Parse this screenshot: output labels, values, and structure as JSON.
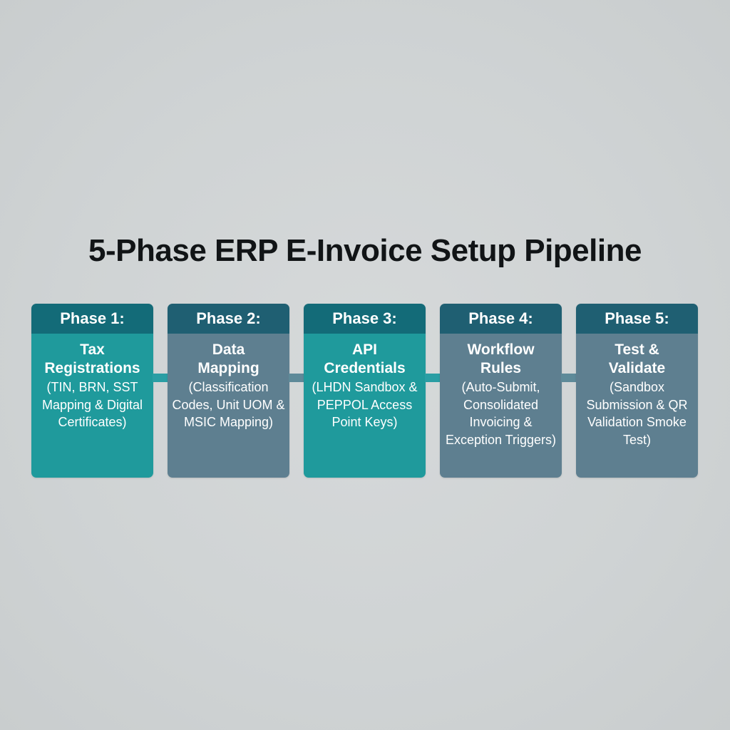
{
  "title": "5-Phase ERP E-Invoice Setup Pipeline",
  "colors": {
    "teal_header": "#136b78",
    "teal_body": "#1f9a9c",
    "slate_header": "#1f5f72",
    "slate_body": "#5e7f90",
    "arrow": "#1f9a9c"
  },
  "phases": [
    {
      "header": "Phase 1:",
      "name": "Tax Registrations",
      "description": "(TIN, BRN, SST Mapping & Digital Certificates)",
      "style": "teal"
    },
    {
      "header": "Phase 2:",
      "name": "Data Mapping",
      "description": "(Classification Codes, Unit UOM & MSIC Mapping)",
      "style": "slate"
    },
    {
      "header": "Phase 3:",
      "name": "API Credentials",
      "description": "(LHDN Sandbox & PEPPOL Access Point Keys)",
      "style": "teal"
    },
    {
      "header": "Phase 4:",
      "name": "Workflow Rules",
      "description": "(Auto-Submit, Consolidated Invoicing & Exception Triggers)",
      "style": "slate"
    },
    {
      "header": "Phase 5:",
      "name": "Test & Validate",
      "description": "(Sandbox Submission & QR Validation Smoke Test)",
      "style": "slate"
    }
  ]
}
